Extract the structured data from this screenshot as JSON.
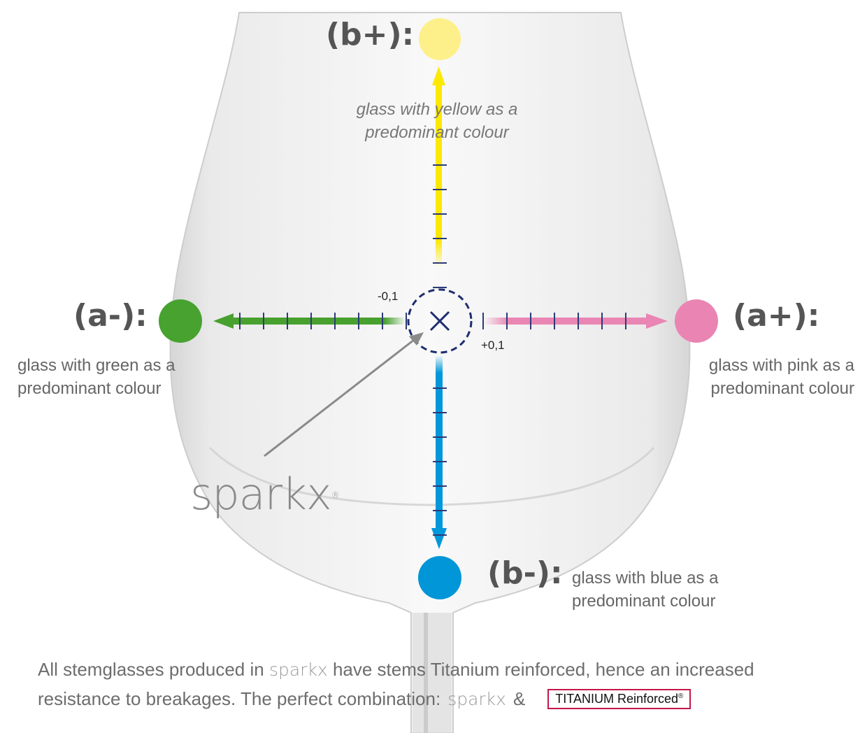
{
  "axes": {
    "b_plus": {
      "label": "(b+):",
      "description": [
        "glass with yellow as a",
        "predominant colour"
      ],
      "color": "#fdf08a"
    },
    "a_minus": {
      "label": "(a-):",
      "description": [
        "glass with green as a",
        "predominant colour"
      ],
      "color": "#47a22f"
    },
    "a_plus": {
      "label": "(a+):",
      "description": [
        "glass with pink as a",
        "predominant colour"
      ],
      "color": "#ea85b3"
    },
    "b_minus": {
      "label": "(b-):",
      "description": [
        "glass with blue as a",
        "predominant colour"
      ],
      "color": "#0096d8"
    }
  },
  "tick_labels": {
    "negative": "-0,1",
    "positive": "+0,1"
  },
  "colors": {
    "arrow_yellow": "#fce800",
    "arrow_green": "#48a12f",
    "arrow_pink": "#ea86b3",
    "arrow_blue": "#0098db",
    "ticks": "#2d3a78",
    "center": "#1e2d6e",
    "pointer": "#8a8a8a"
  },
  "brand": {
    "logo_text": "sparkx",
    "registered": "®"
  },
  "footer": {
    "line1_pre": "All stemglasses produced in",
    "line1_brand": "sparkx",
    "line1_post": "have stems Titanium reinforced, hence an increased",
    "line2_pre": "resistance to breakages. The perfect combination:",
    "line2_brand": "sparkx",
    "line2_amp": "&",
    "badge_text": "TITANIUM Reinforced",
    "badge_reg": "®"
  }
}
